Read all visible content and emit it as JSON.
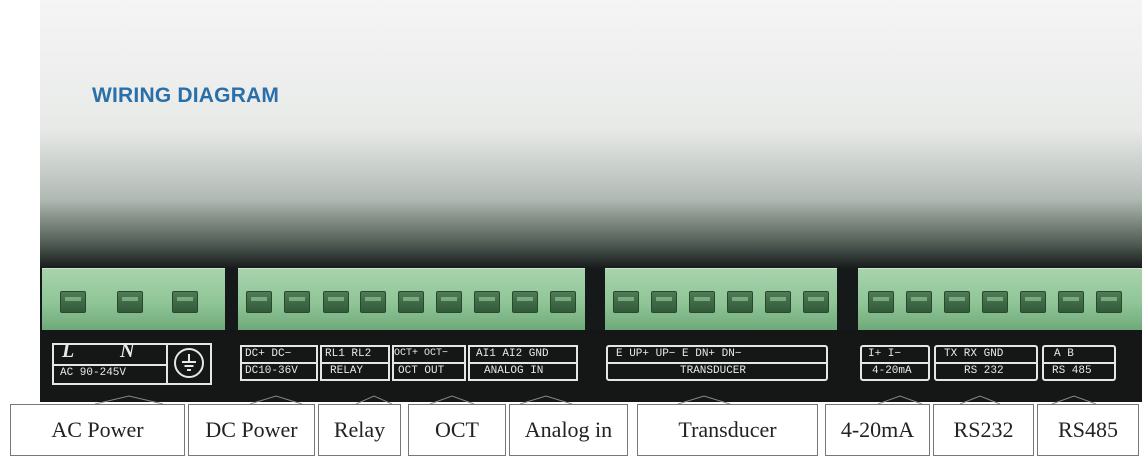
{
  "title": "WIRING DIAGRAM",
  "terminals": {
    "ac": {
      "L": "L",
      "N": "N",
      "range": "AC 90-245V"
    },
    "dc": {
      "pins": "DC+ DC−",
      "range": "DC10-36V"
    },
    "relay": {
      "pins": "RL1 RL2",
      "name": "RELAY"
    },
    "oct": {
      "pins": "OCT+ OCT−",
      "name": "OCT OUT"
    },
    "analog": {
      "pins": "AI1  AI2  GND",
      "name": "ANALOG IN"
    },
    "transducer": {
      "pins": "E   UP+  UP−   E   DN+  DN−",
      "name": "TRANSDUCER"
    },
    "current": {
      "pins": "I+    I−",
      "name": "4-20mA"
    },
    "rs232": {
      "pins": "TX   RX   GND",
      "name": "RS 232"
    },
    "rs485": {
      "pins": "A     B",
      "name": "RS 485"
    }
  },
  "labels": {
    "ac_power": "AC Power",
    "dc_power": "DC Power",
    "relay": "Relay",
    "oct": "OCT",
    "analog_in": "Analog in",
    "transducer": "Transducer",
    "current": "4-20mA",
    "rs232": "RS232",
    "rs485": "RS485"
  }
}
